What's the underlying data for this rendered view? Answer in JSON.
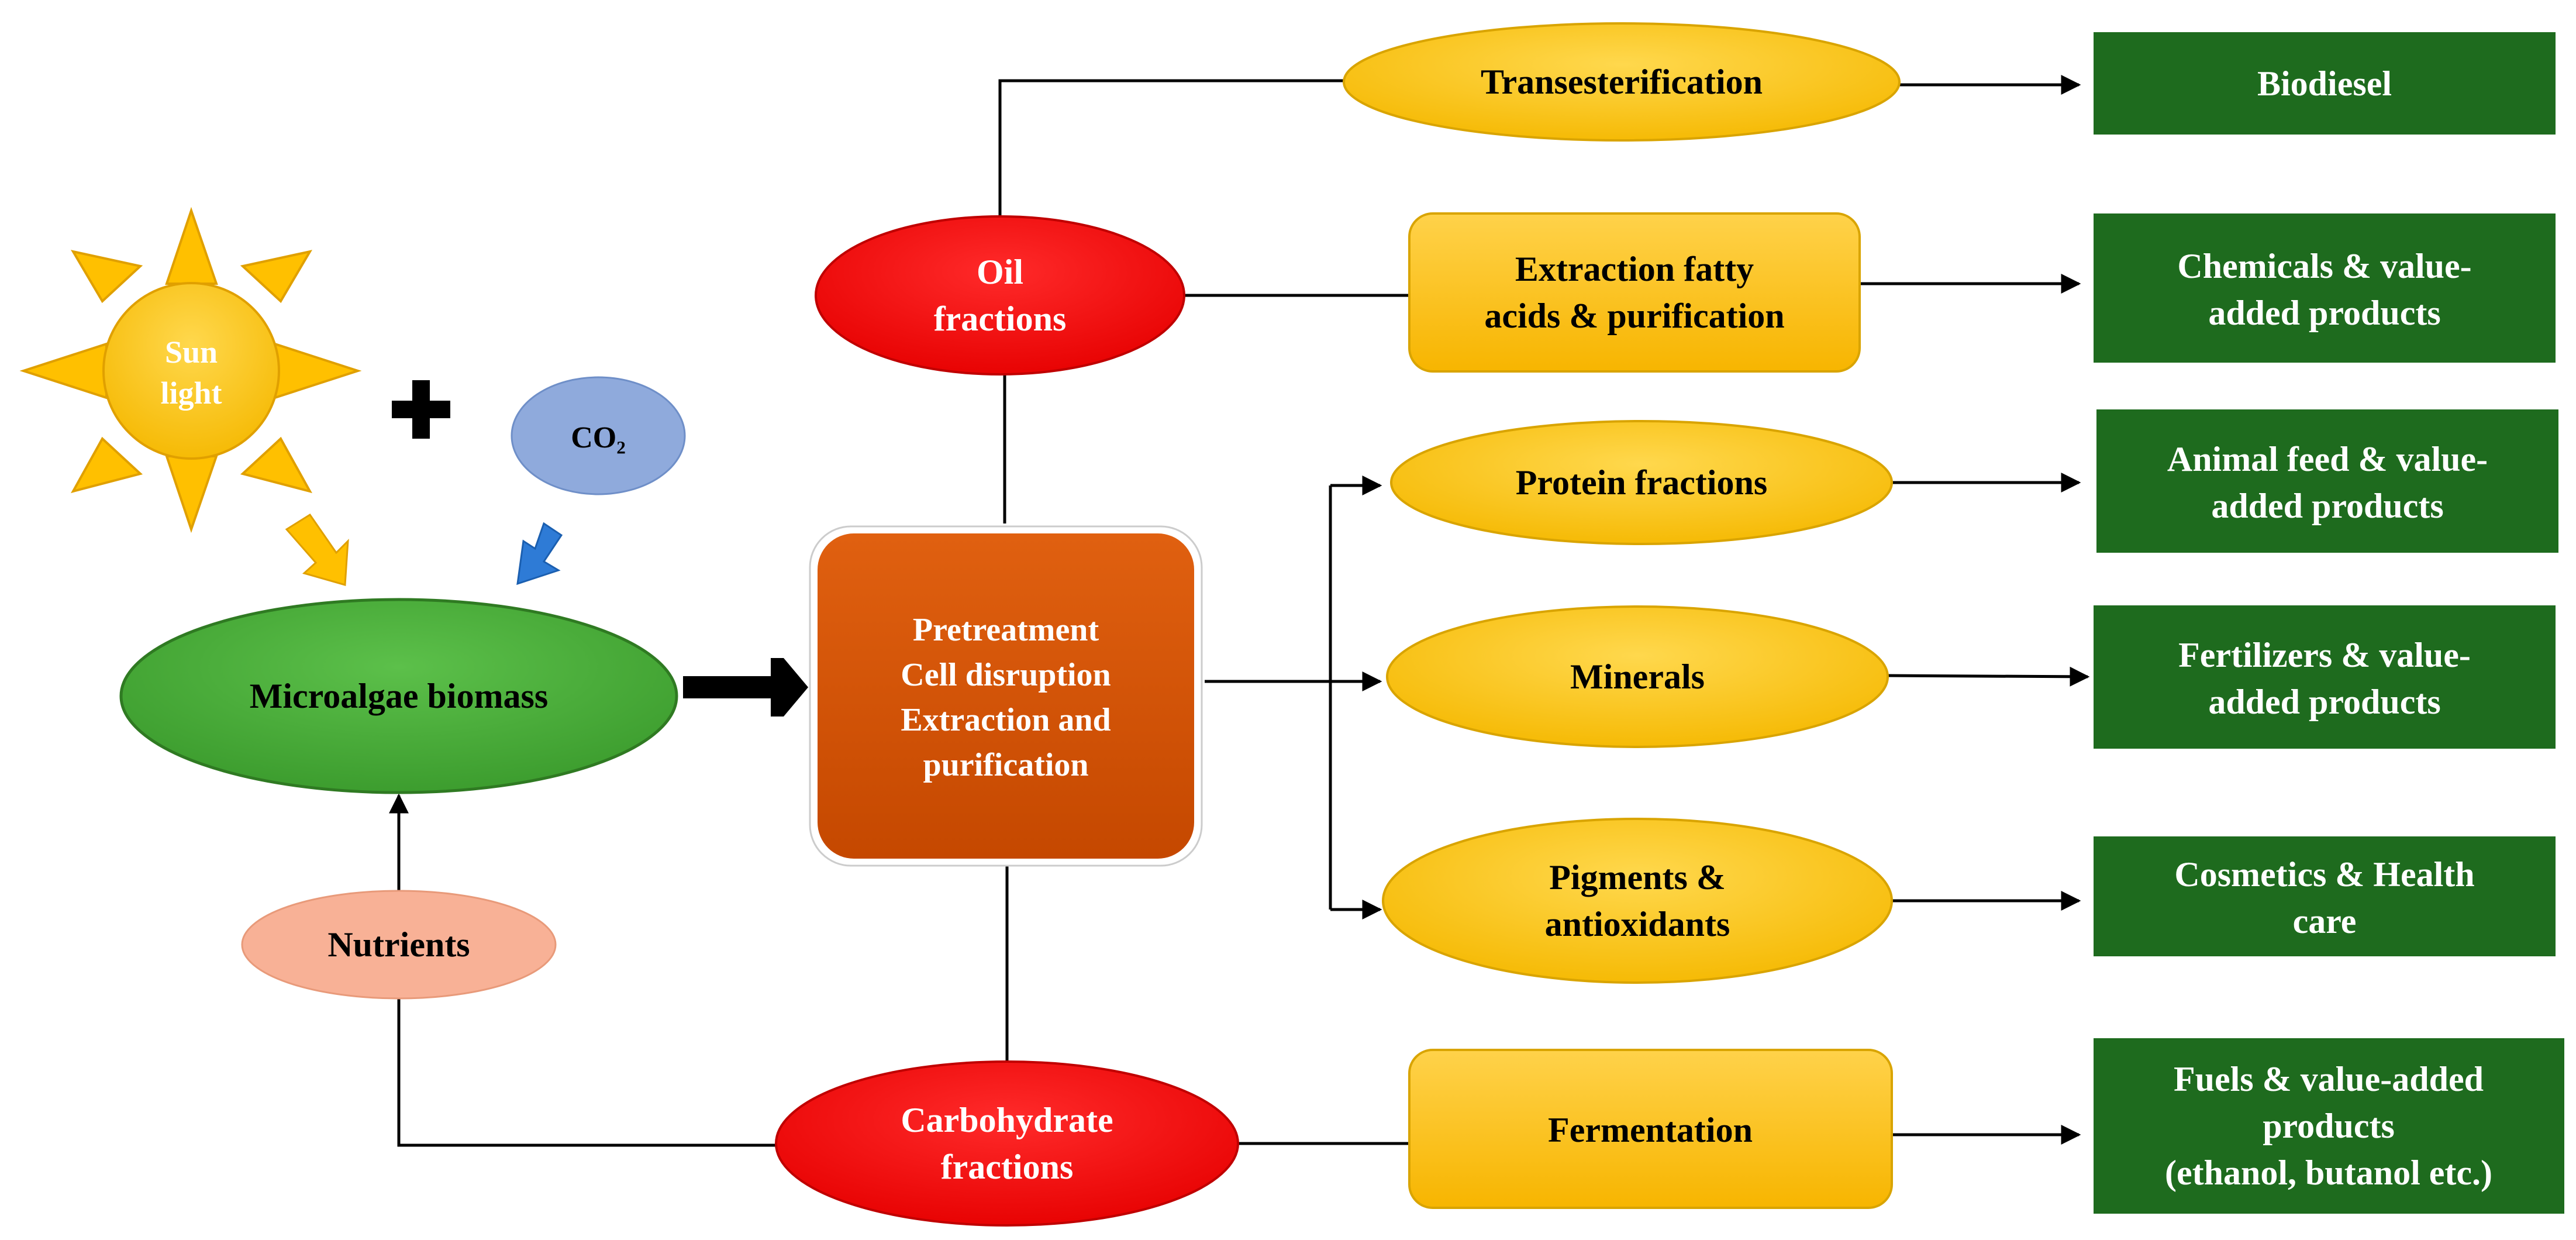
{
  "diagram": {
    "sun": {
      "line1": "Sun",
      "line2": "light"
    },
    "co2": "CO₂",
    "biomass": "Microalgae biomass",
    "nutrients": "Nutrients",
    "process": {
      "line1": "Pretreatment",
      "line2": "Cell disruption",
      "line3": "Extraction and",
      "line4": "purification"
    },
    "oil": {
      "line1": "Oil",
      "line2": "fractions"
    },
    "carbohydrate": {
      "line1": "Carbohydrate",
      "line2": "fractions"
    },
    "transesterification": "Transesterification",
    "extraction": {
      "line1": "Extraction fatty",
      "line2": "acids & purification"
    },
    "protein": "Protein fractions",
    "minerals": "Minerals",
    "pigments": {
      "line1": "Pigments &",
      "line2": "antioxidants"
    },
    "fermentation": "Fermentation",
    "products": {
      "biodiesel": "Biodiesel",
      "chemicals": {
        "line1": "Chemicals & value-",
        "line2": "added products"
      },
      "animal_feed": {
        "line1": "Animal feed & value-",
        "line2": "added products"
      },
      "fertilizers": {
        "line1": "Fertilizers & value-",
        "line2": "added products"
      },
      "cosmetics": {
        "line1": "Cosmetics & Health",
        "line2": "care"
      },
      "fuels": {
        "line1": "Fuels & value-added",
        "line2": "products",
        "line3": "(ethanol, butanol etc.)"
      }
    }
  },
  "colors": {
    "sun": "#FFC000",
    "co2": "#8FAADC",
    "biomass": "#4CAF3A",
    "nutrients": "#F8B196",
    "process": "#D35400",
    "fraction_red": "#FF0000",
    "yellow": "#FFC000",
    "product_green": "#1E6B1E"
  }
}
